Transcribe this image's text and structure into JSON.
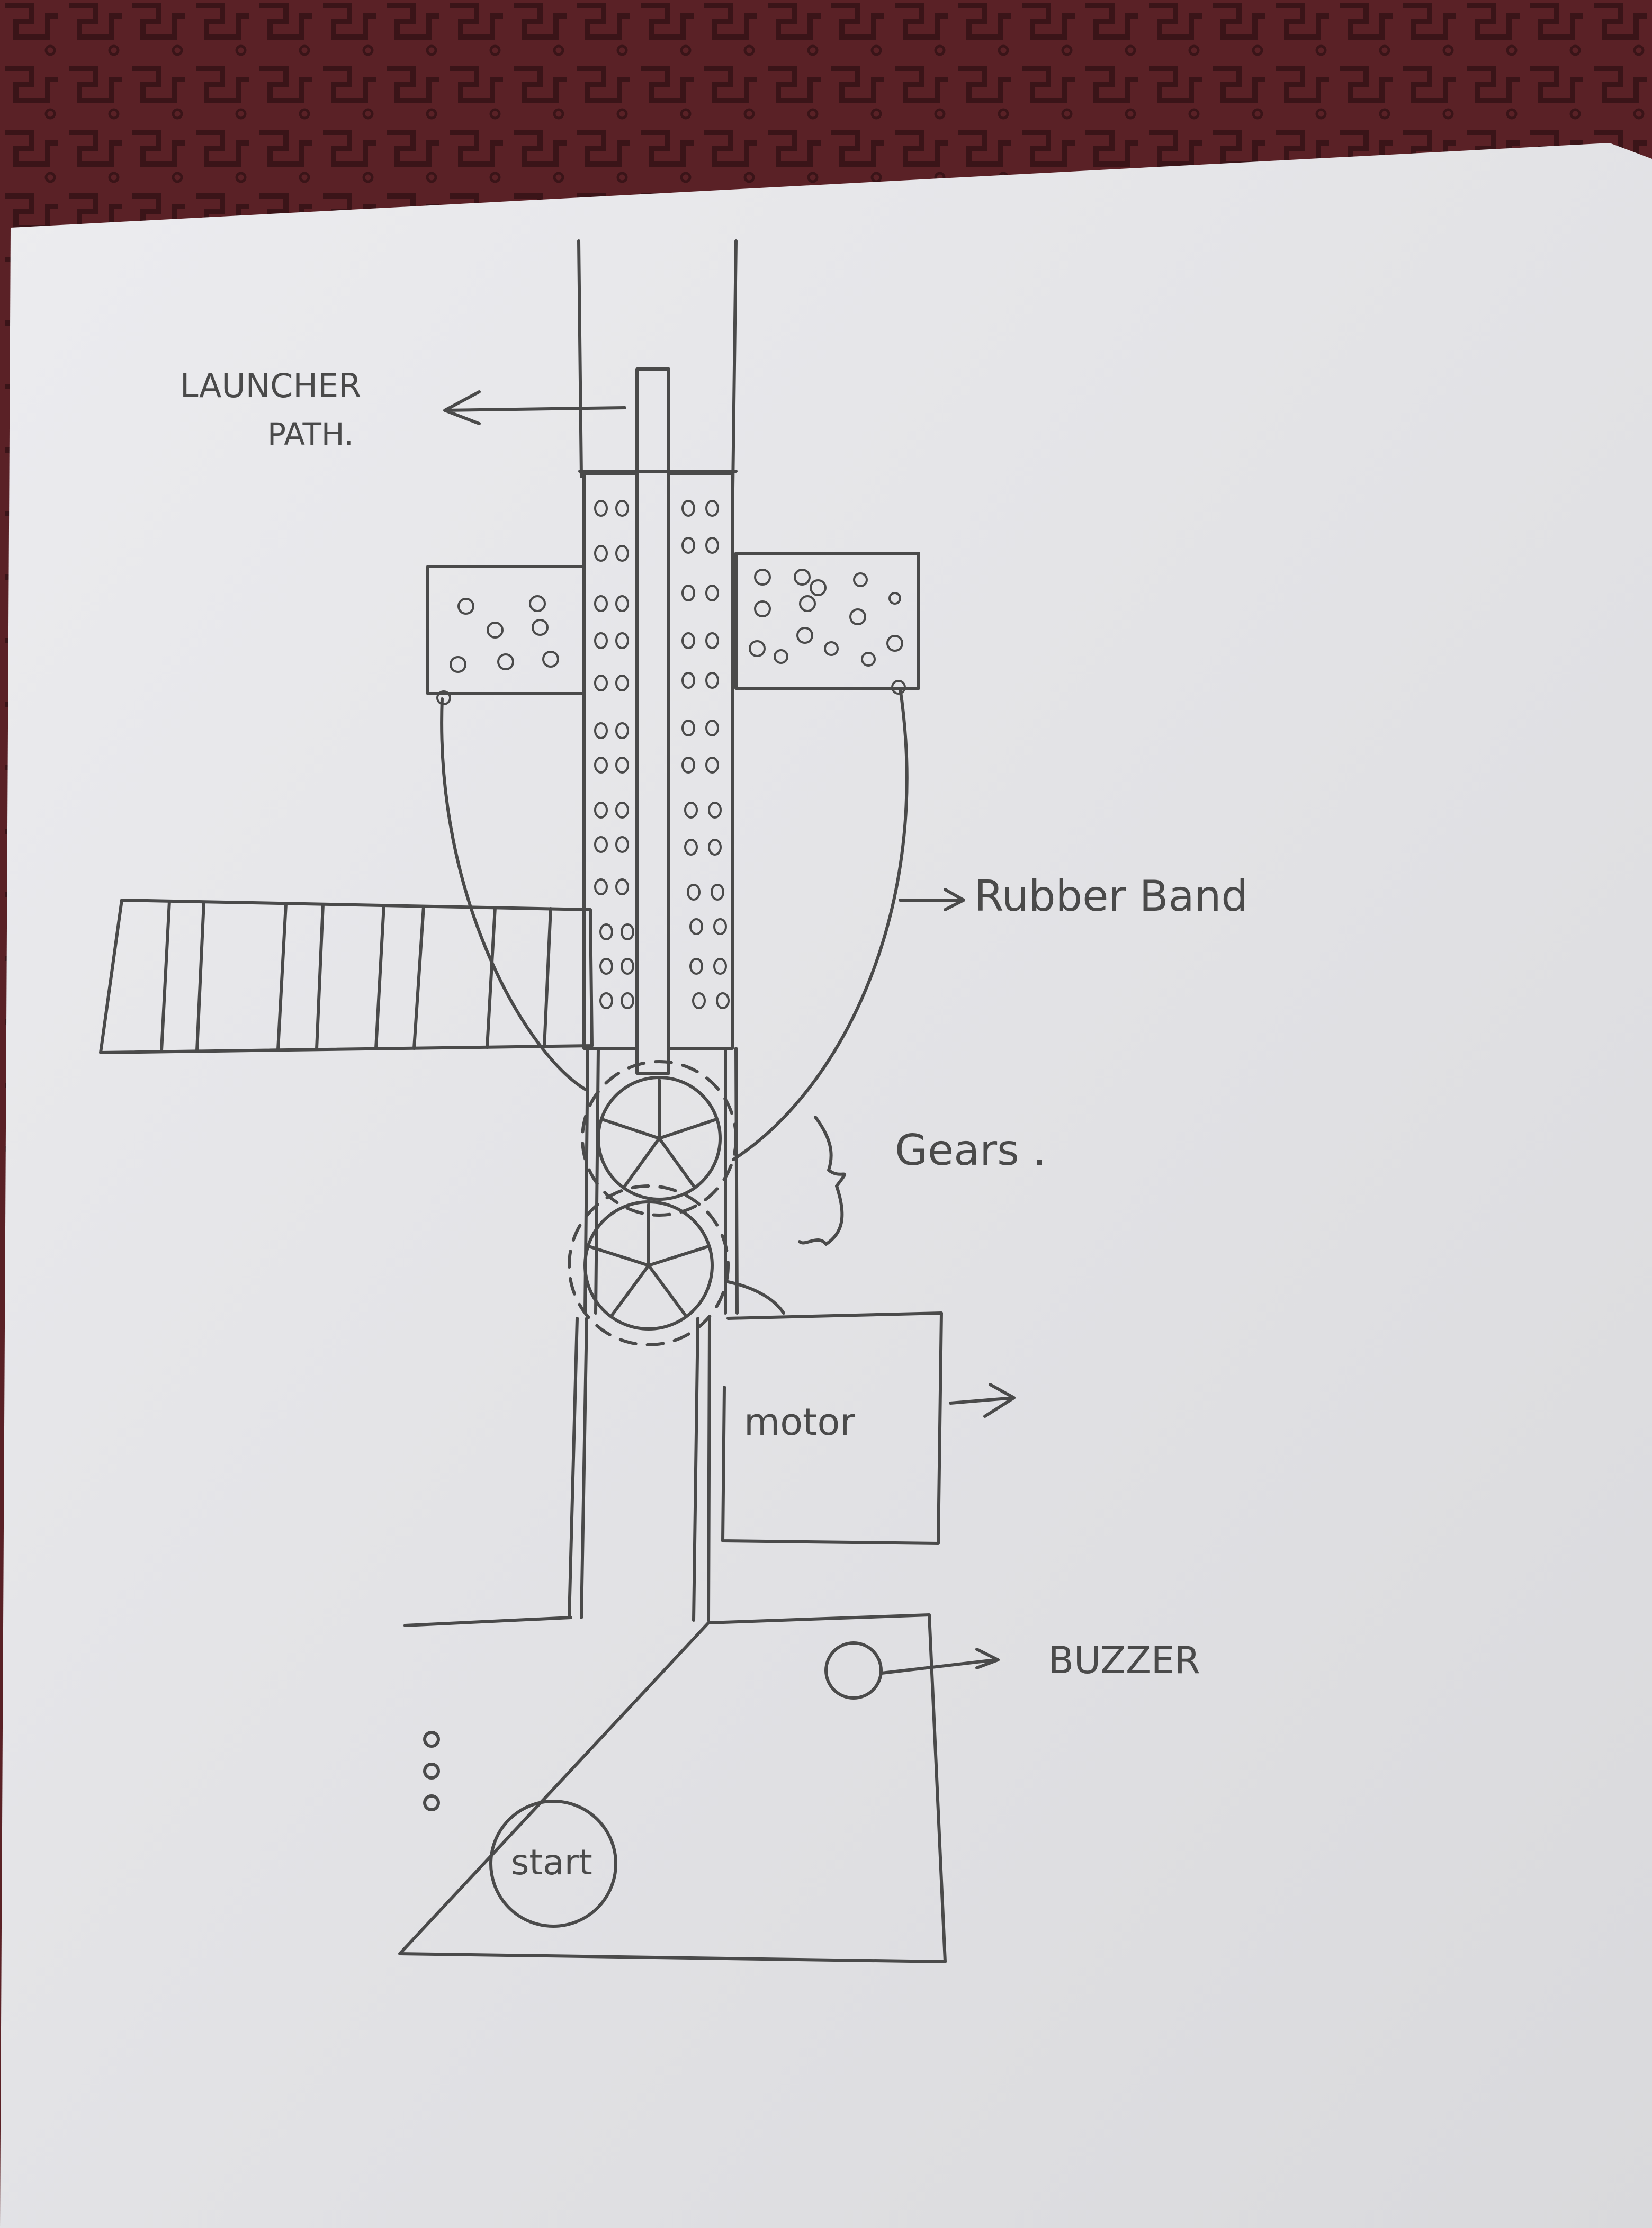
{
  "labels": {
    "launcher_line1": "LAUNCHER",
    "launcher_line2": "PATH.",
    "rubber_band": "Rubber Band",
    "gears": "Gears .",
    "motor": "motor",
    "buzzer": "BUZZER",
    "start": "start"
  },
  "colors": {
    "tablecloth": "#5a2126",
    "paper": "#e6e6e9",
    "pencil": "#4a4a4a"
  }
}
